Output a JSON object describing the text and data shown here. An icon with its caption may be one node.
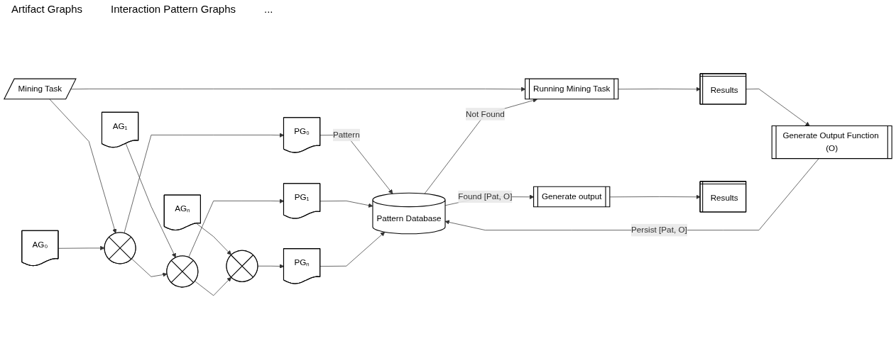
{
  "diagram": {
    "nodes": [
      {
        "text": [
          "Mining Task"
        ]
      },
      {
        "text": [
          "AG₀"
        ]
      },
      {
        "text": [
          "AG₁"
        ]
      },
      {
        "text": [
          "AGₙ"
        ]
      },
      {
        "text": [],
        "shape": "circle"
      },
      {
        "text": [],
        "shape": "circle"
      },
      {
        "text": [],
        "shape": "circle"
      },
      {
        "text": [
          "PG₀"
        ]
      },
      {
        "text": [
          "PG₁"
        ]
      },
      {
        "text": [
          "PGₙ"
        ]
      },
      {
        "text": [
          "Pattern Database"
        ]
      },
      {
        "text": [
          "Running Mining Task"
        ]
      },
      {
        "text": [
          "Results"
        ]
      },
      {
        "text": [
          "Generate Output Function (O)"
        ]
      },
      {
        "text": [
          "Generate output"
        ]
      },
      {
        "text": [
          "Results"
        ]
      }
    ],
    "edges": [
      {
        "from": 0,
        "to": 4,
        "arrow": "to"
      },
      {
        "from": 0,
        "to": 11,
        "arrow": "to"
      },
      {
        "from": 1,
        "to": 4,
        "arrow": "to"
      },
      {
        "from": 2,
        "to": 5,
        "arrow": "to"
      },
      {
        "from": 3,
        "to": 6,
        "arrow": "to"
      },
      {
        "from": 4,
        "to": 5,
        "arrow": "to"
      },
      {
        "from": 5,
        "to": 6,
        "arrow": "to"
      },
      {
        "from": 4,
        "to": 7,
        "arrow": "to"
      },
      {
        "from": 5,
        "to": 8,
        "arrow": "to"
      },
      {
        "from": 6,
        "to": 9,
        "arrow": "to"
      },
      {
        "from": 7,
        "to": 10,
        "label": "Pattern",
        "arrow": "to"
      },
      {
        "from": 8,
        "to": 10,
        "arrow": "to"
      },
      {
        "from": 9,
        "to": 10,
        "arrow": "to"
      },
      {
        "from": 10,
        "to": 11,
        "label": "Not Found",
        "arrow": "to"
      },
      {
        "from": 11,
        "to": 12,
        "arrow": "to"
      },
      {
        "from": 12,
        "to": 13,
        "arrow": "to"
      },
      {
        "from": 13,
        "to": 10,
        "label": "Persist [Pat, O]",
        "arrow": "to"
      },
      {
        "from": 10,
        "to": 14,
        "label": "Found [Pat, O]",
        "arrow": "to"
      },
      {
        "from": 14,
        "to": 15,
        "arrow": "to"
      }
    ],
    "labels": [
      "Artifact Graphs",
      "Interaction Pattern Graphs",
      "..."
    ]
  }
}
